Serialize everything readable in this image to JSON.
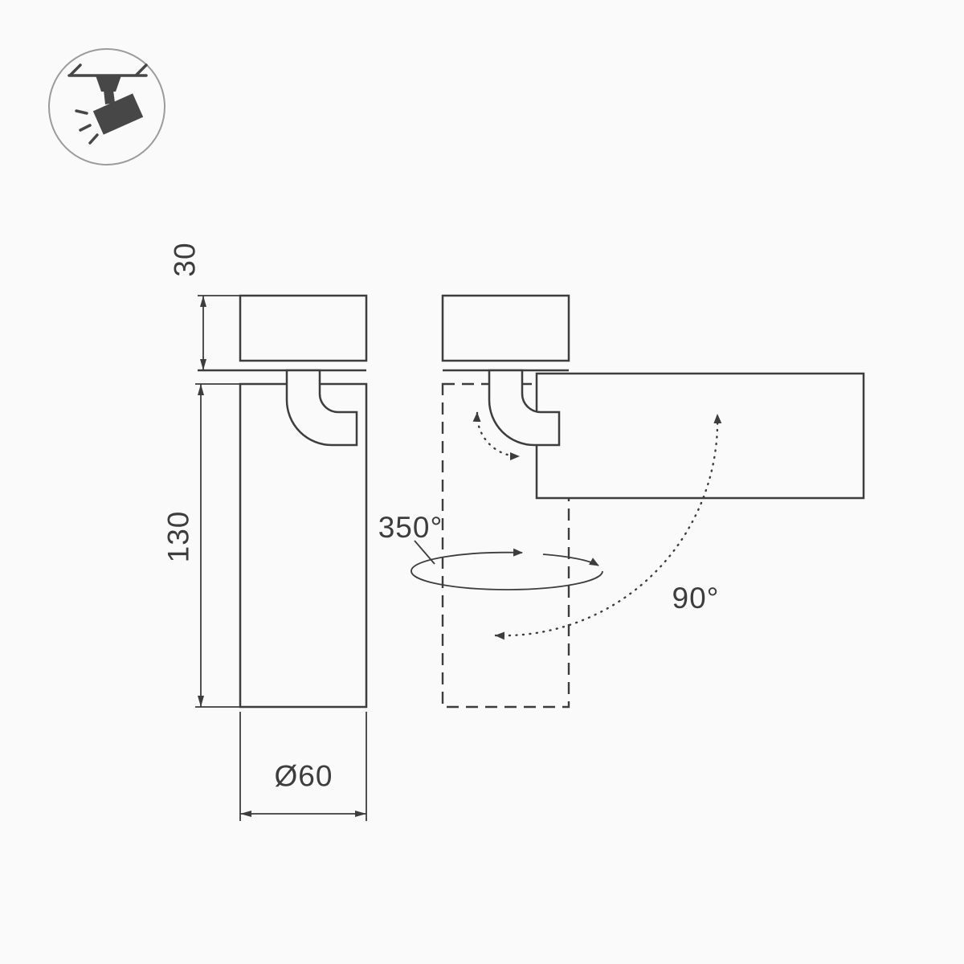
{
  "drawing": {
    "icon": {
      "name": "ceiling-track-spotlight"
    },
    "dimensions": {
      "base_height": "30",
      "body_height": "130",
      "diameter": "Ø60"
    },
    "rotation": {
      "swivel": "350°",
      "tilt": "90°"
    },
    "colors": {
      "background": "#fafafa",
      "line": "#3d3d3d",
      "icon_fill": "#474747",
      "badge_circle": "#9b9b9b"
    }
  }
}
